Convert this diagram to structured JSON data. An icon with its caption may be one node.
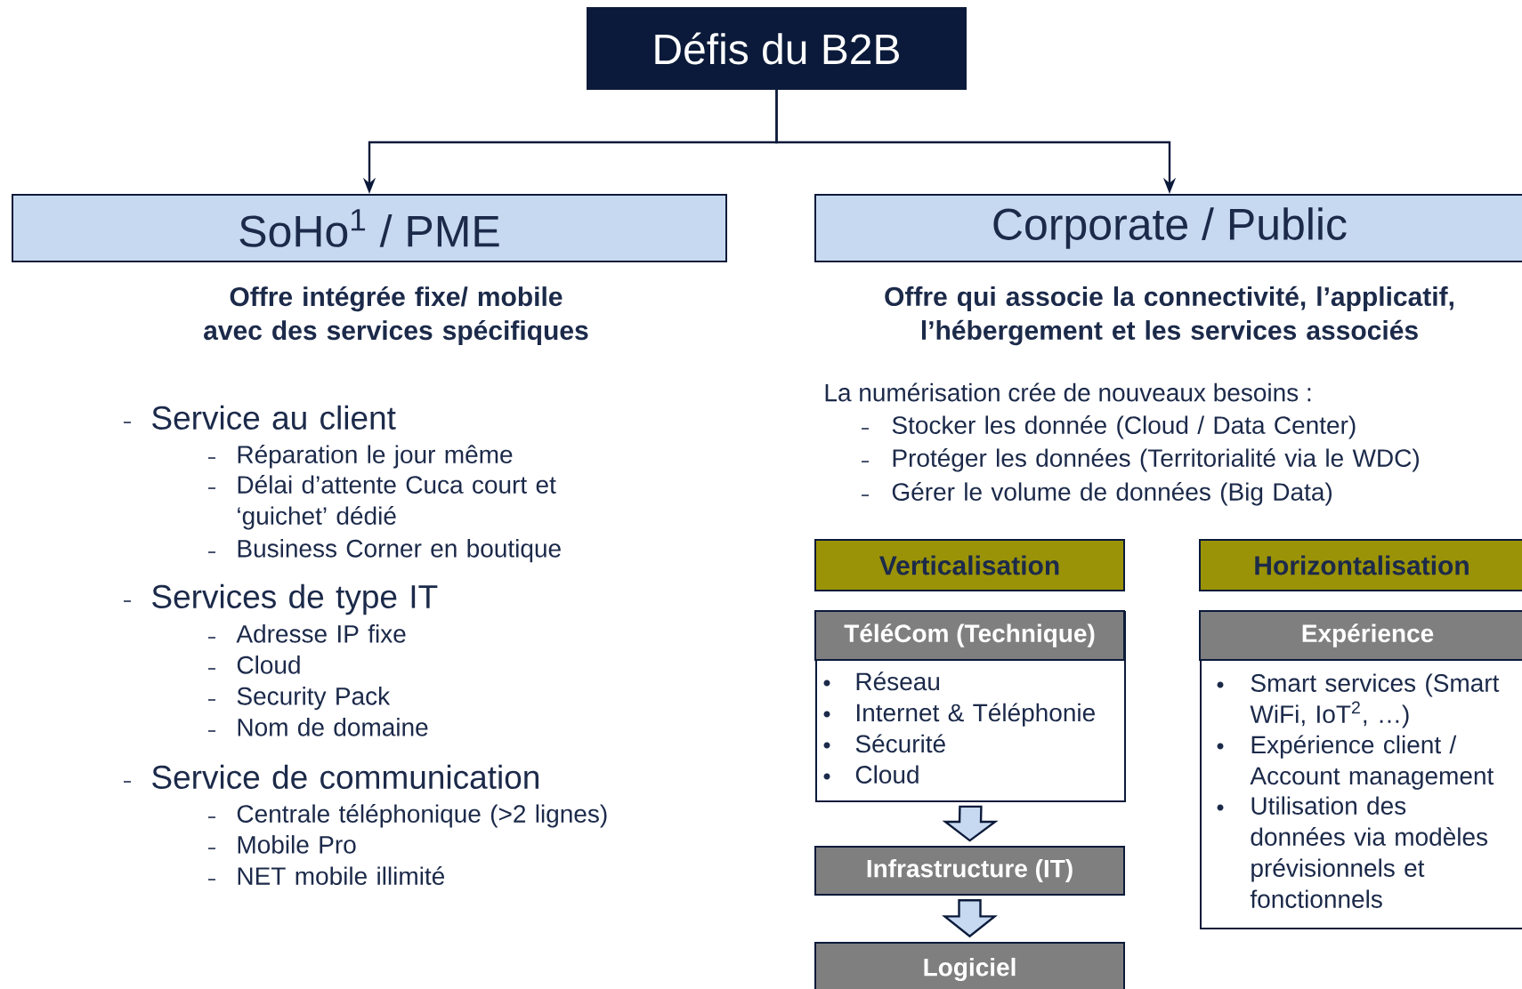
{
  "diagram": {
    "nodes": [
      {
        "text": [
          "Défis du B2B"
        ]
      },
      {
        "text": [
          "SoHo$^{1}$ / PME"
        ]
      },
      {
        "text": [
          "Corporate / Public"
        ]
      },
      {
        "text": [
          "Verticalisation"
        ]
      },
      {
        "text": [
          "Horizontalisation"
        ]
      },
      {
        "text": [
          "TéléCom (Technique)",
          "Réseau",
          "Internet & Téléphonie",
          "Sécurité",
          "Cloud"
        ]
      },
      {
        "text": [
          "Infrastructure (IT)"
        ]
      },
      {
        "text": [
          "Logiciel"
        ]
      },
      {
        "text": [
          "Expérience",
          "Smart services (Smart WiFi, IoT$^{2}$, …)",
          "Expérience client / Account management",
          "Utilisation des données via modèles prévisionnels et fonctionnels"
        ]
      }
    ],
    "edges": [
      {
        "from": 0,
        "to": 1,
        "arrow": "to"
      },
      {
        "from": 0,
        "to": 2,
        "arrow": "to"
      },
      {
        "from": 5,
        "to": 6,
        "arrow": "to"
      },
      {
        "from": 6,
        "to": 7,
        "arrow": "to"
      }
    ],
    "labels": [
      "Offre intégrée fixe/ mobile avec des services spécifiques",
      "Offre qui associe la connectivité, l’applicatif, l’hébergement et les services associés",
      "Service au client",
      "Réparation le jour même",
      "Délai d’attente Cuca court et ‘guichet’ dédié",
      "Business Corner en boutique",
      "Services de type IT",
      "Adresse IP fixe",
      "Cloud",
      "Security Pack",
      "Nom de domaine",
      "Service de communication",
      "Centrale téléphonique (>2 lignes)",
      "Mobile Pro",
      "NET mobile illimité",
      "La numérisation crée de nouveaux besoins :",
      "Stocker les donnée (Cloud / Data Center)",
      "Protéger les données (Territorialité via le WDC)",
      "Gérer le volume de données (Big Data)"
    ]
  }
}
